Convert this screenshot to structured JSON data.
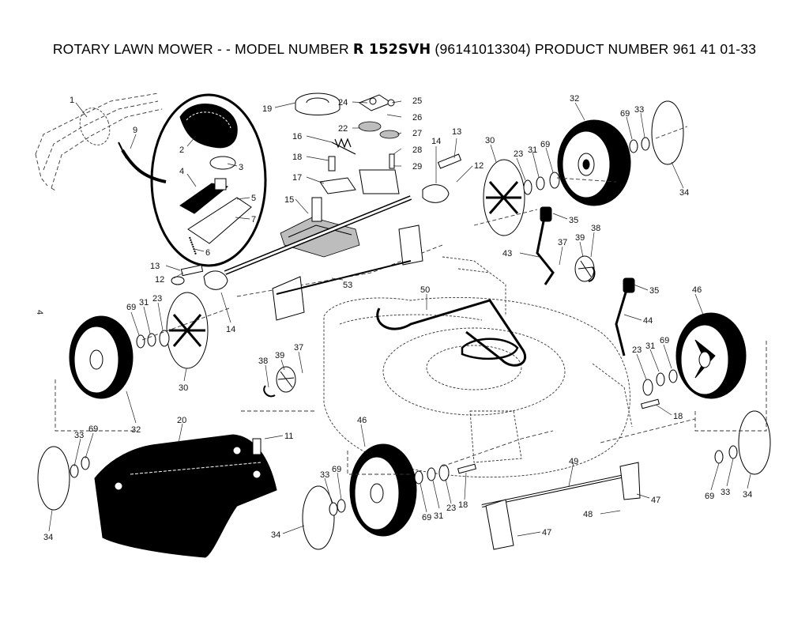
{
  "title": {
    "prefix": "ROTARY LAWN MOWER - - MODEL NUMBER ",
    "model": "R 152SVH",
    "suffix": " (96141013304) PRODUCT NUMBER 961 41 01-33"
  },
  "page_number": "4",
  "callouts": [
    "1",
    "2",
    "3",
    "4",
    "5",
    "6",
    "7",
    "9",
    "11",
    "12",
    "12",
    "13",
    "13",
    "14",
    "14",
    "15",
    "16",
    "17",
    "18",
    "18",
    "18",
    "19",
    "20",
    "22",
    "23",
    "23",
    "23",
    "23",
    "24",
    "25",
    "26",
    "27",
    "28",
    "29",
    "30",
    "30",
    "31",
    "31",
    "31",
    "31",
    "32",
    "32",
    "33",
    "33",
    "33",
    "33",
    "34",
    "34",
    "34",
    "34",
    "35",
    "35",
    "37",
    "37",
    "38",
    "38",
    "39",
    "39",
    "43",
    "44",
    "46",
    "46",
    "47",
    "47",
    "48",
    "49",
    "50",
    "53",
    "69",
    "69",
    "69",
    "69",
    "69",
    "69",
    "69",
    "69"
  ]
}
